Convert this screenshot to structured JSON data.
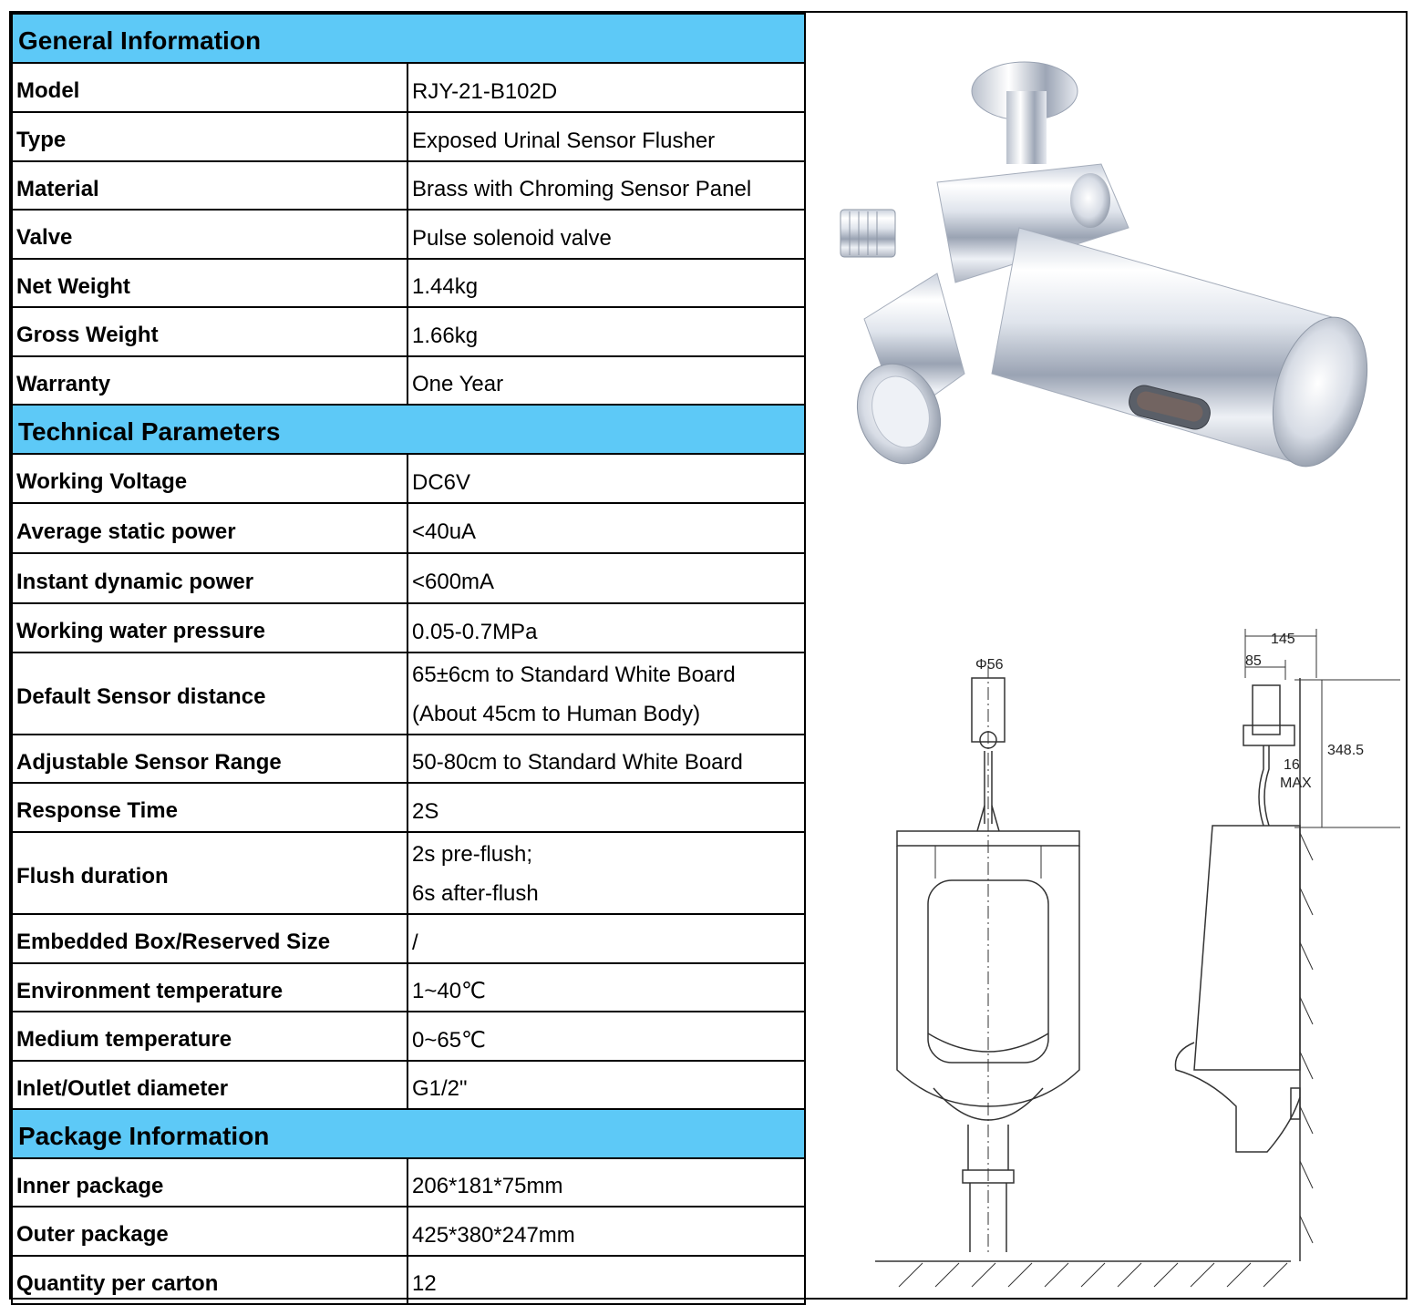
{
  "sections": [
    {
      "title": "General Information",
      "rows": [
        {
          "label": "Model",
          "value": "RJY-21-B102D"
        },
        {
          "label": "Type",
          "value": "Exposed Urinal Sensor Flusher"
        },
        {
          "label": "Material",
          "value": "Brass with Chroming Sensor Panel"
        },
        {
          "label": "Valve",
          "value": "Pulse solenoid valve"
        },
        {
          "label": "Net Weight",
          "value": "1.44kg"
        },
        {
          "label": "Gross Weight",
          "value": "1.66kg"
        },
        {
          "label": "Warranty",
          "value": "One Year"
        }
      ]
    },
    {
      "title": "Technical Parameters",
      "rows": [
        {
          "label": "Working Voltage",
          "value": "DC6V"
        },
        {
          "label": "Average static power",
          "value": "<40uA"
        },
        {
          "label": "Instant dynamic power",
          "value": "<600mA"
        },
        {
          "label": "Working water pressure",
          "value": "0.05-0.7MPa"
        },
        {
          "label": "Default Sensor distance",
          "value": "65±6cm to Standard White Board",
          "value2": "(About 45cm to Human Body)"
        },
        {
          "label": "Adjustable Sensor Range",
          "value": "50-80cm to Standard White Board"
        },
        {
          "label": "Response Time",
          "value": "2S"
        },
        {
          "label": "Flush duration",
          "value": "2s pre-flush;",
          "value2": "6s after-flush"
        },
        {
          "label": "Embedded Box/Reserved Size",
          "value": "/"
        },
        {
          "label": "Environment temperature",
          "value": "1~40℃"
        },
        {
          "label": "Medium temperature",
          "value": "0~65℃"
        },
        {
          "label": "Inlet/Outlet diameter",
          "value": "G1/2\""
        }
      ]
    },
    {
      "title": "Package Information",
      "rows": [
        {
          "label": "Inner package",
          "value": "206*181*75mm"
        },
        {
          "label": "Outer package",
          "value": "425*380*247mm"
        },
        {
          "label": "Quantity per carton",
          "value": "12"
        }
      ]
    }
  ],
  "drawing": {
    "front_diameter": "Φ56",
    "side_width_total": "145",
    "side_width_inner": "85",
    "side_height": "348.5",
    "side_gap": "16",
    "side_gap_note": "MAX"
  },
  "colors": {
    "section_header": "#5dc9f7",
    "border": "#000000"
  }
}
